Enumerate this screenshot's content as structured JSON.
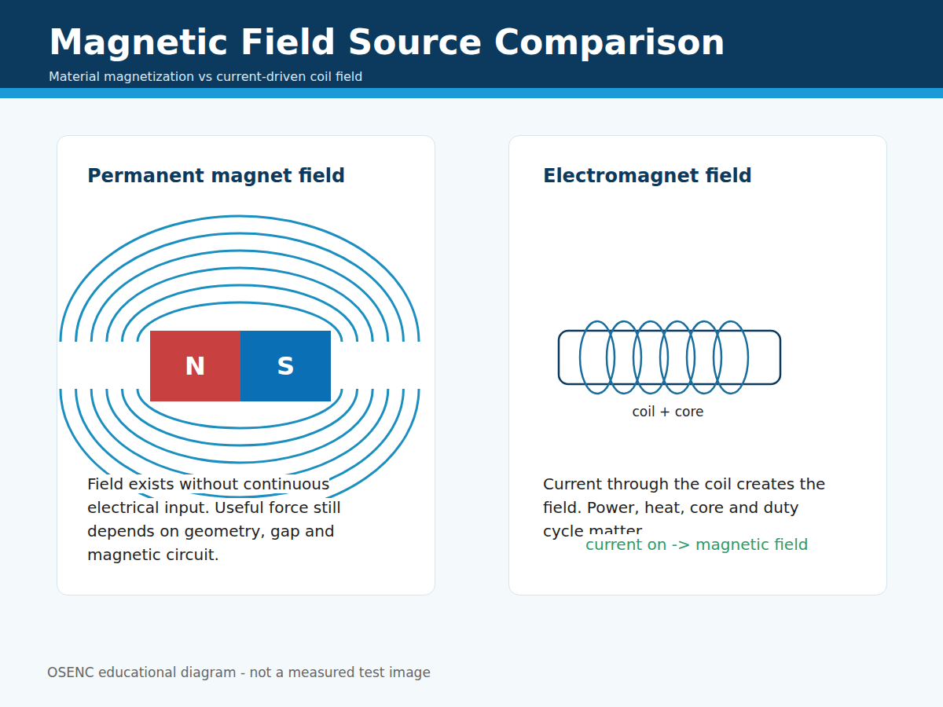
{
  "diagram": {
    "title": "Magnetic Field Source Comparison",
    "nodes": [
      {
        "text": [
          "Permanent magnet field",
          "Field exists without continuous electrical input. Useful force still depends on geometry, gap and magnetic circuit."
        ]
      },
      {
        "text": [
          "N"
        ],
        "in": 0
      },
      {
        "text": [
          "S"
        ],
        "in": 0
      },
      {
        "text": [
          "Electromagnet field",
          "Current through the coil creates the field. Power, heat, core and duty cycle matter."
        ]
      }
    ],
    "labels": [
      "Material magnetization vs current-driven coil field",
      "coil + core",
      "current on -> magnetic field",
      "OSENC educational diagram - not a measured test image"
    ]
  }
}
